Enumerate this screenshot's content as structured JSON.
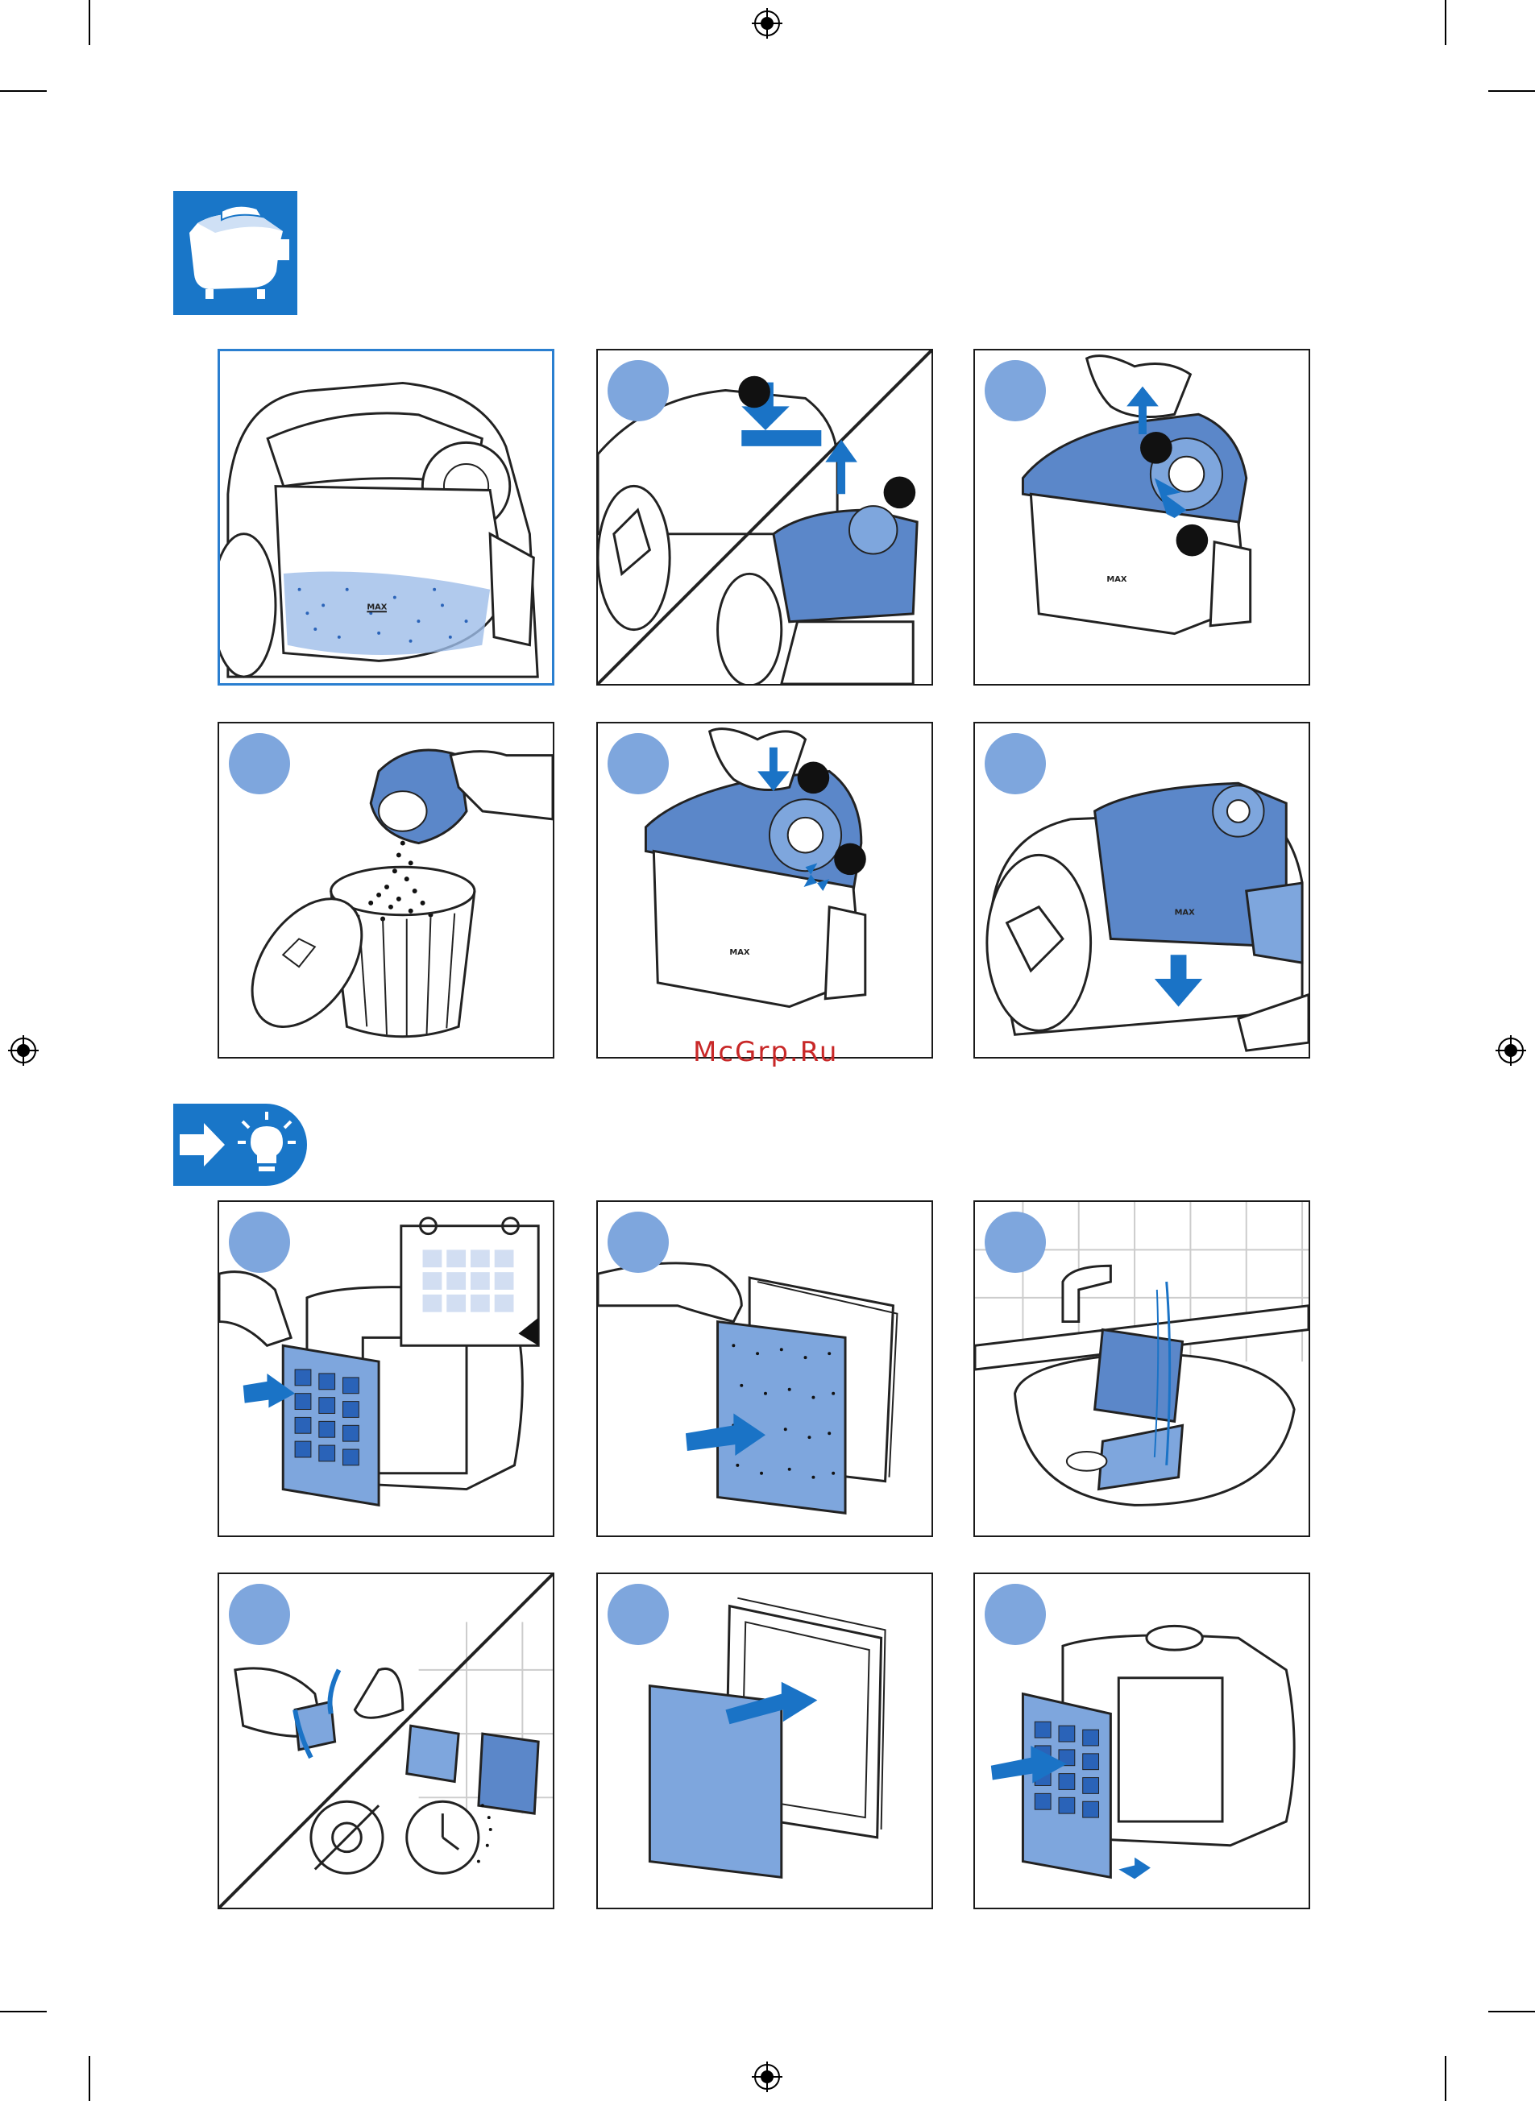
{
  "watermark": {
    "text": "McGrp.Ru"
  },
  "colors": {
    "accent": "#1976c8",
    "step_circle": "#7ea6dd",
    "part_blue": "#5b87c9",
    "arrow_blue": "#1a73c6",
    "dust": "#2a63b8"
  },
  "sections": [
    {
      "name": "dust-container-emptying",
      "icon": "dust-container-icon",
      "panels": 6
    },
    {
      "name": "filter-cleaning-tip",
      "icon": "arrow-lightbulb-icon",
      "panels": 6
    }
  ],
  "labels": {
    "max_mark": "MAX"
  }
}
